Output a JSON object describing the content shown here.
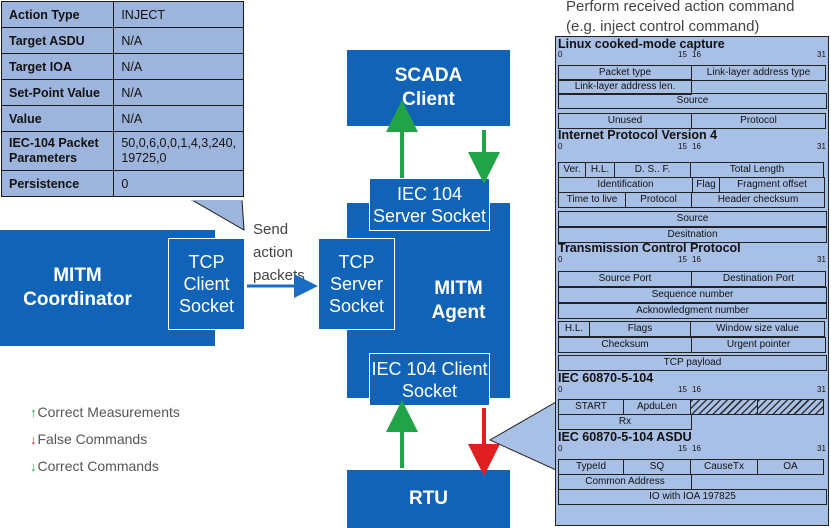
{
  "action_table": {
    "rows": [
      {
        "key": "Action Type",
        "value": "INJECT"
      },
      {
        "key": "Target ASDU",
        "value": "N/A"
      },
      {
        "key": "Target IOA",
        "value": "N/A"
      },
      {
        "key": "Set-Point Value",
        "value": "N/A"
      },
      {
        "key": "Value",
        "value": "N/A"
      },
      {
        "key": "IEC-104 Packet Parameters",
        "value": "50,0,6,0,0,1,4,3,240, 19725,0"
      },
      {
        "key": "Persistence",
        "value": "0"
      }
    ]
  },
  "top_caption": "Perform received action command (e.g. inject control command)",
  "blocks": {
    "scada": "SCADA Client",
    "mitm_coordinator": "MITM Coordinator",
    "mitm_agent": "MITM Agent",
    "rtu": "RTU",
    "tcp_client_socket": "TCP Client Socket",
    "tcp_server_socket": "TCP Server Socket",
    "iec104_server_socket": "IEC 104 Server Socket",
    "iec104_client_socket": "IEC 104 Client Socket"
  },
  "send_label": "Send action packets",
  "legend": [
    {
      "arrow": "↑",
      "color": "#22a34a",
      "label": "Correct Measurements"
    },
    {
      "arrow": "↓",
      "color": "#e02020",
      "label": "False Commands"
    },
    {
      "arrow": "↓",
      "color": "#22a34a",
      "label": "Correct Commands"
    }
  ],
  "packet": {
    "bit_labels": {
      "b0": "0",
      "b15": "15",
      "b16": "16",
      "b31": "31"
    },
    "sections": {
      "linux": "Linux cooked-mode capture",
      "ip": "Internet Protocol Version 4",
      "tcp": "Transmission Control Protocol",
      "iec": "IEC 60870-5-104",
      "asdu": "IEC 60870-5-104 ASDU"
    },
    "fields": {
      "packet_type": "Packet type",
      "ll_addr_type": "Link-layer address type",
      "ll_addr_len": "Link-layer address len.",
      "source": "Source",
      "unused": "Unused",
      "protocol": "Protocol",
      "ver": "Ver.",
      "hl": "H.L.",
      "dsf": "D. S.. F.",
      "total_length": "Total Length",
      "identification": "Identification",
      "flag": "Flag",
      "frag_offset": "Fragment offset",
      "ttl": "Time to live",
      "ip_protocol": "Protocol",
      "header_checksum": "Header checksum",
      "ip_source": "Source",
      "ip_dest": "Desitnation",
      "src_port": "Source Port",
      "dst_port": "Destination Port",
      "seq": "Sequence number",
      "ack": "Acknowledgment number",
      "tcp_hl": "H.L.",
      "flags": "Flags",
      "window": "Window size value",
      "checksum": "Checksum",
      "urgent": "Urgent pointer",
      "payload": "TCP payload",
      "start": "START",
      "apdulen": "ApduLen",
      "rx": "Rx",
      "typeid": "TypeId",
      "sq": "SQ",
      "causetx": "CauseTx",
      "oa": "OA",
      "common_address": "Common Address",
      "io": "IO with IOA 197825"
    }
  },
  "colors": {
    "block": "#1063b7",
    "table": "#9db5dd",
    "packet": "#a9c0e6",
    "green": "#22a34a",
    "red": "#e02020",
    "arrow_blue": "#1b6cc4"
  }
}
